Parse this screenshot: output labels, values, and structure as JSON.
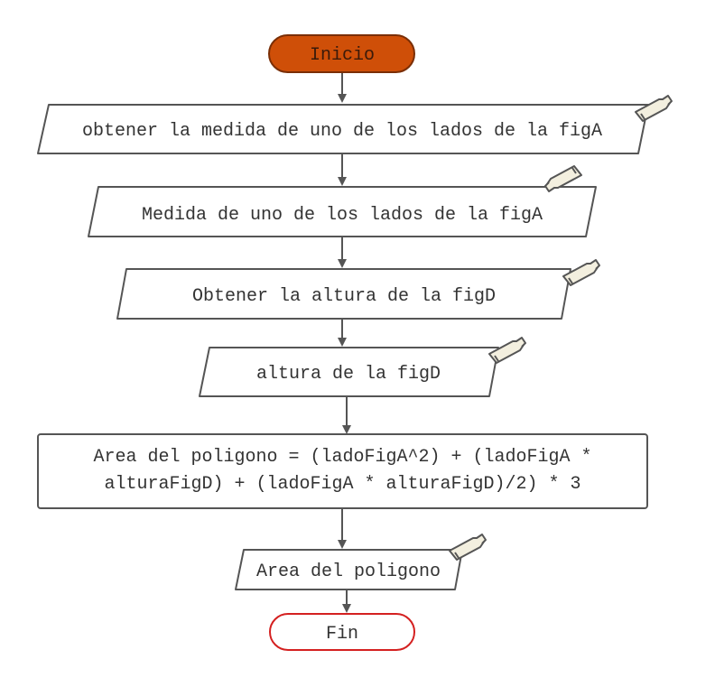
{
  "colors": {
    "start_fill": "#cf4f08",
    "start_stroke": "#7a2e05",
    "end_stroke": "#d42020",
    "shape_stroke": "#555555",
    "arrow": "#555555"
  },
  "nodes": {
    "start": {
      "label": "Inicio"
    },
    "input1": {
      "label": "obtener la medida de uno de los lados de la figA"
    },
    "output1": {
      "label": "Medida de uno de los lados de la figA"
    },
    "input2": {
      "label": "Obtener la altura de la figD"
    },
    "output2": {
      "label": "altura de la figD"
    },
    "process": {
      "line1": "Area del poligono = (ladoFigA^2) + (ladoFigA *",
      "line2": "alturaFigD) + (ladoFigA * alturaFigD)/2) * 3"
    },
    "output3": {
      "label": "Area del poligono"
    },
    "end": {
      "label": "Fin"
    }
  },
  "icons": {
    "input_icon": "hand-pointing-right-icon",
    "output_icon": "hand-pointing-left-icon"
  }
}
